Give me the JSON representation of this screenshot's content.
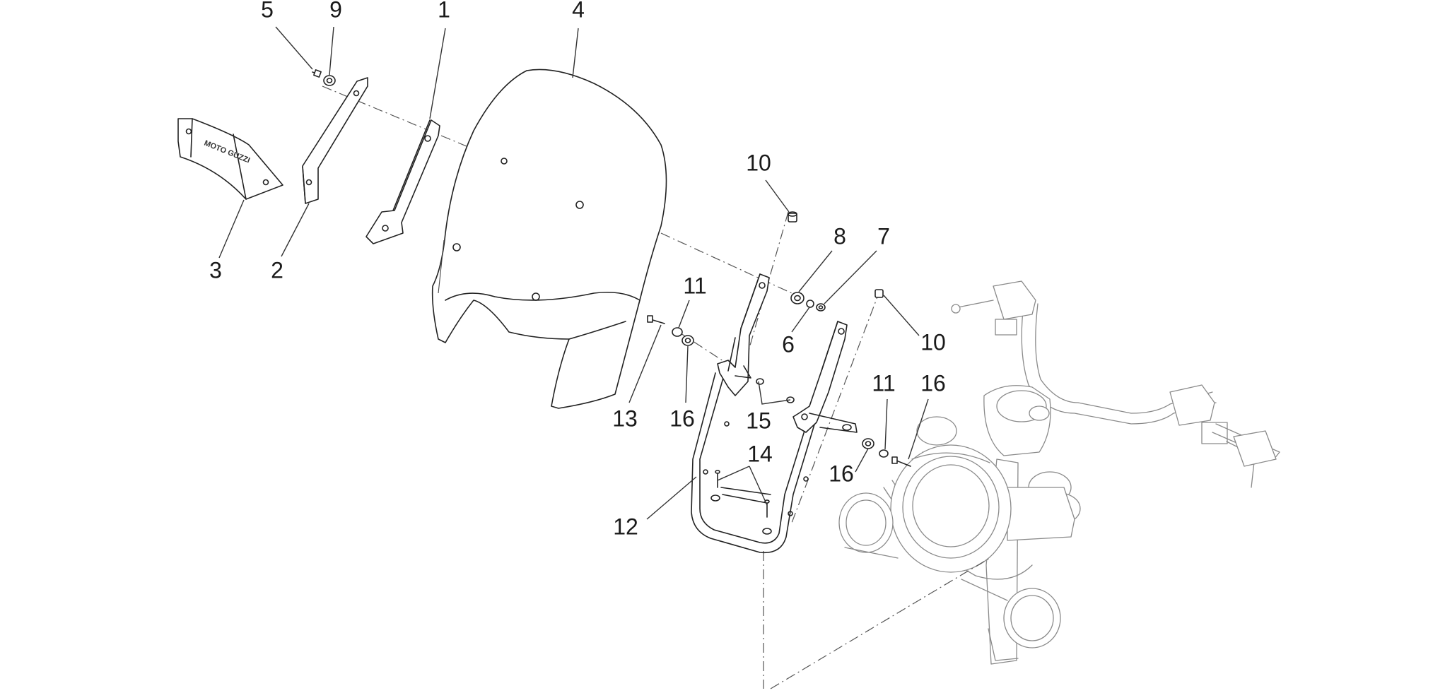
{
  "diagram": {
    "logo_text": "MOTO GUZZI",
    "callouts": [
      {
        "id": "c-5a",
        "label": "5"
      },
      {
        "id": "c-9",
        "label": "9"
      },
      {
        "id": "c-1",
        "label": "1"
      },
      {
        "id": "c-4",
        "label": "4"
      },
      {
        "id": "c-3",
        "label": "3"
      },
      {
        "id": "c-2",
        "label": "2"
      },
      {
        "id": "c-10a",
        "label": "10"
      },
      {
        "id": "c-8",
        "label": "8"
      },
      {
        "id": "c-7",
        "label": "7"
      },
      {
        "id": "c-6",
        "label": "6"
      },
      {
        "id": "c-10b",
        "label": "10"
      },
      {
        "id": "c-11a",
        "label": "11"
      },
      {
        "id": "c-13",
        "label": "13"
      },
      {
        "id": "c-16a",
        "label": "16"
      },
      {
        "id": "c-15",
        "label": "15"
      },
      {
        "id": "c-11b",
        "label": "11"
      },
      {
        "id": "c-16b",
        "label": "16"
      },
      {
        "id": "c-14",
        "label": "14"
      },
      {
        "id": "c-16c",
        "label": "16"
      },
      {
        "id": "c-12",
        "label": "12"
      }
    ]
  }
}
